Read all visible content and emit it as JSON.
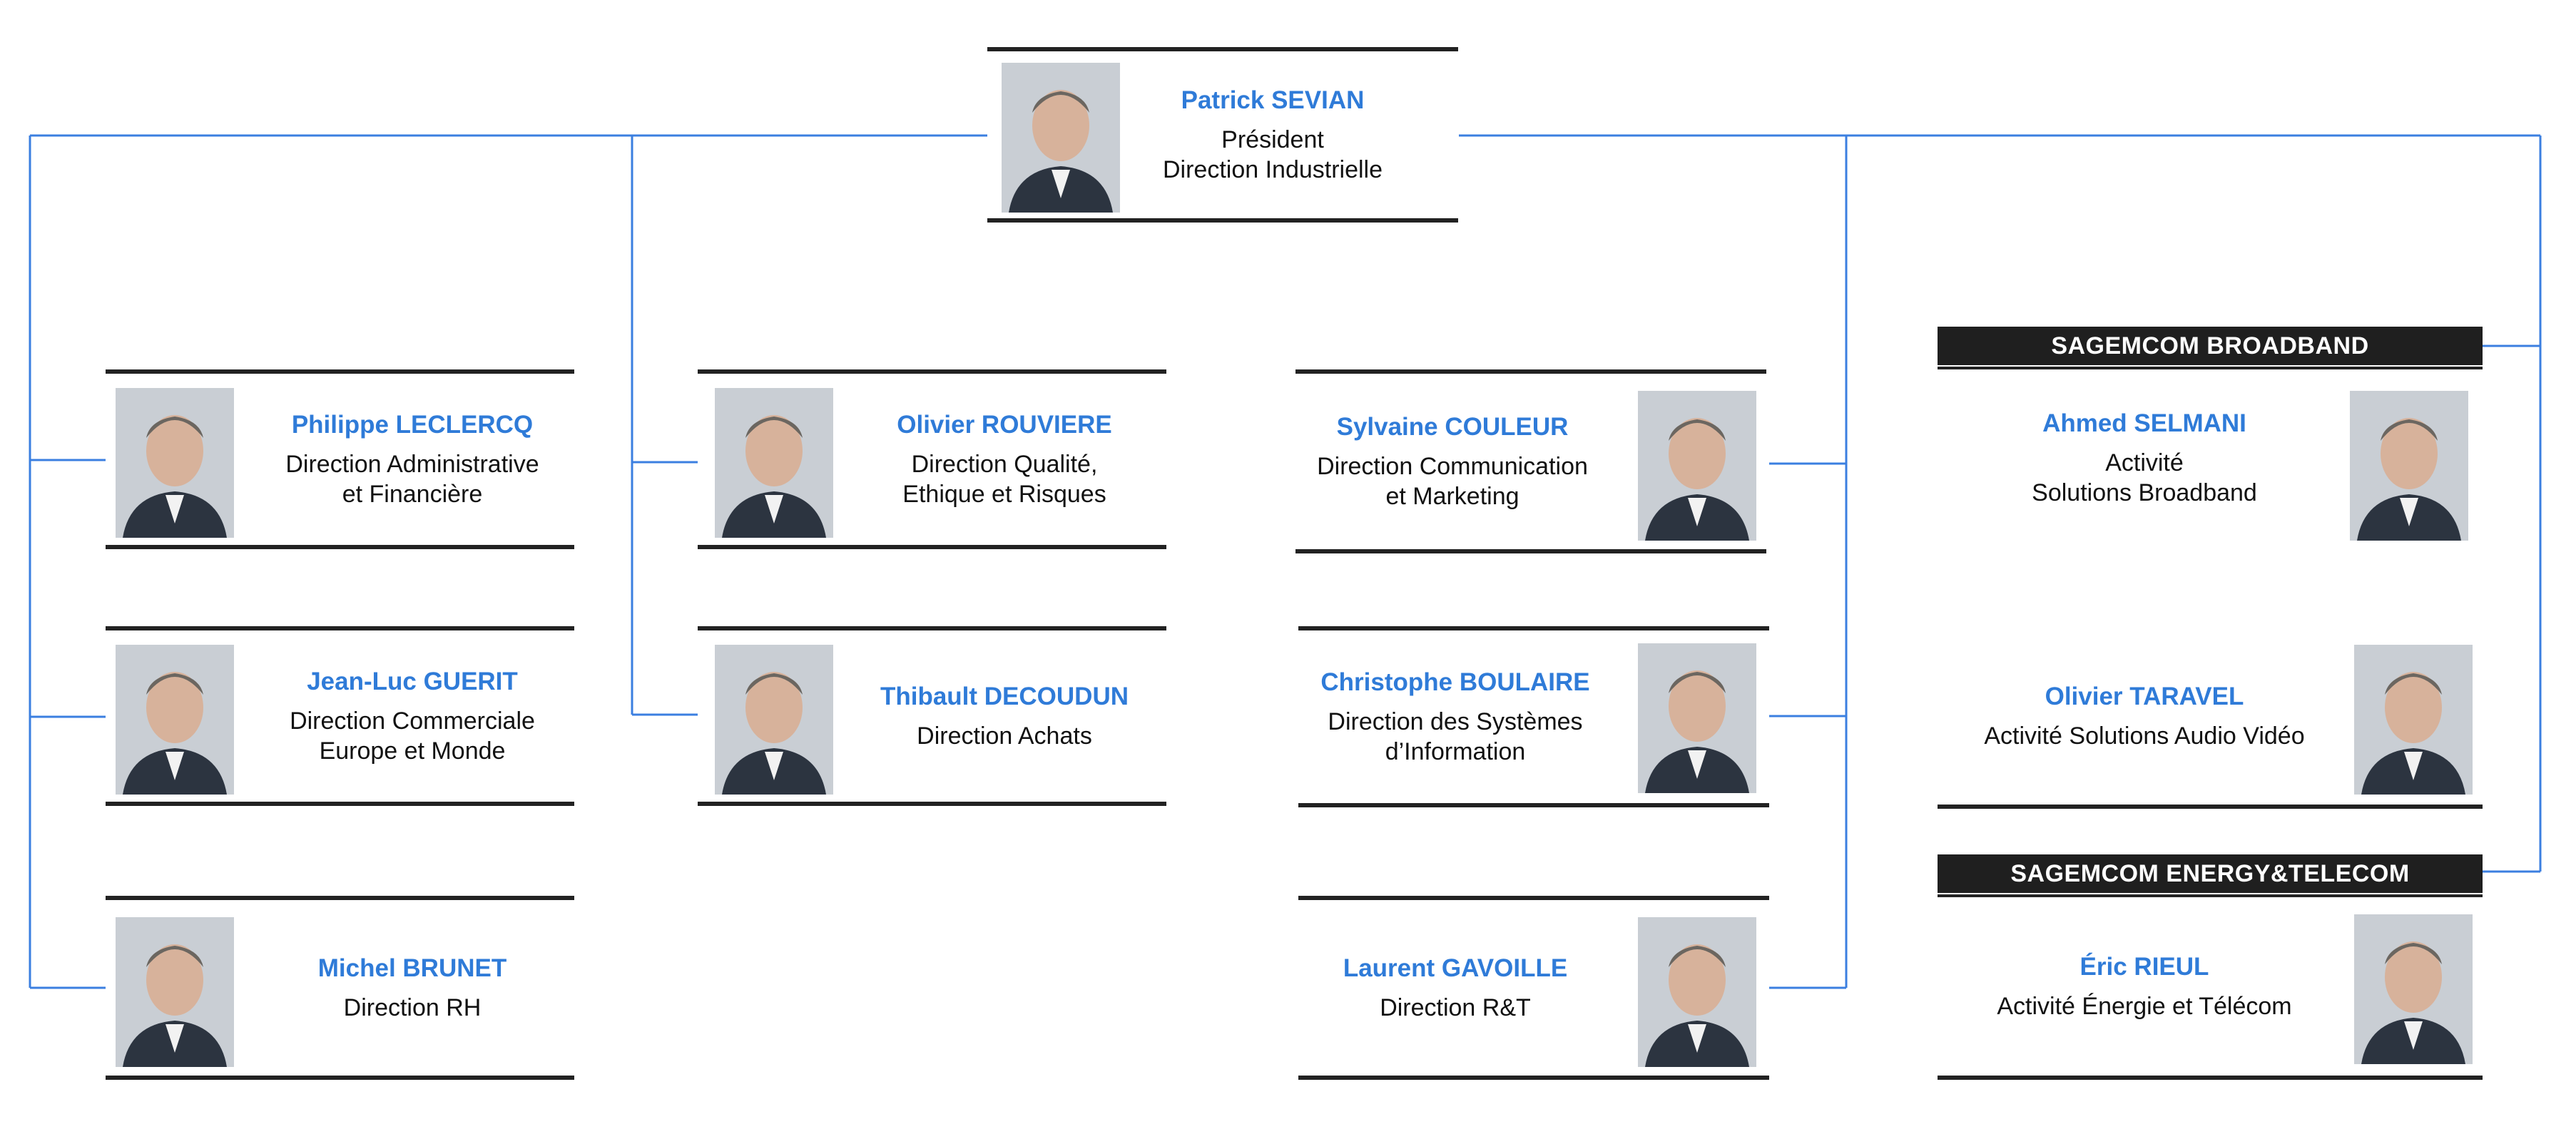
{
  "colors": {
    "name": "#2f7bd8",
    "connector": "#3b7fe0",
    "border": "#222222",
    "banner": "#1f1f1f"
  },
  "president": {
    "name": "Patrick SEVIAN",
    "role": "Président\nDirection Industrielle"
  },
  "left": [
    {
      "name": "Philippe LECLERCQ",
      "role": "Direction Administrative\net Financière"
    },
    {
      "name": "Jean-Luc GUERIT",
      "role": "Direction Commerciale\nEurope et Monde"
    },
    {
      "name": "Michel BRUNET",
      "role": "Direction RH"
    }
  ],
  "center_left": [
    {
      "name": "Olivier ROUVIERE",
      "role": "Direction Qualité,\nEthique et Risques"
    },
    {
      "name": "Thibault DECOUDUN",
      "role": "Direction Achats"
    }
  ],
  "center_right": [
    {
      "name": "Sylvaine COULEUR",
      "role": "Direction Communication\net Marketing"
    },
    {
      "name": "Christophe BOULAIRE",
      "role": "Direction des Systèmes\nd’Information"
    },
    {
      "name": "Laurent GAVOILLE",
      "role": "Direction R&T"
    }
  ],
  "broadband": {
    "title": "SAGEMCOM BROADBAND",
    "members": [
      {
        "name": "Ahmed SELMANI",
        "role": "Activité\nSolutions Broadband"
      },
      {
        "name": "Olivier TARAVEL",
        "role": "Activité Solutions Audio Vidéo"
      }
    ]
  },
  "energy": {
    "title": "SAGEMCOM ENERGY&TELECOM",
    "members": [
      {
        "name": "Éric RIEUL",
        "role": "Activité Énergie et Télécom"
      }
    ]
  }
}
